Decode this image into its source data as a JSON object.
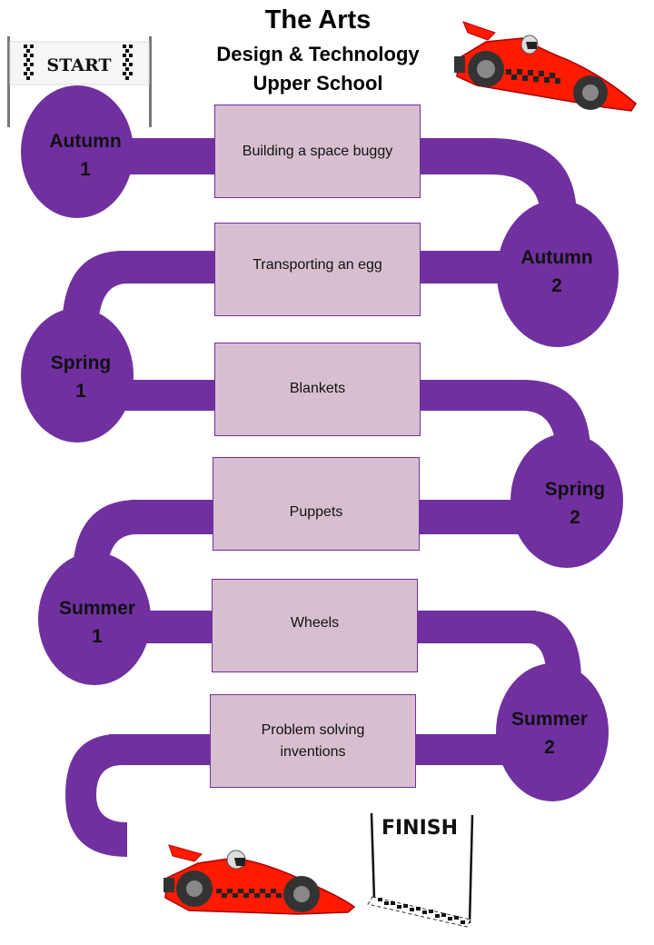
{
  "header": {
    "title": "The Arts",
    "subject": "Design & Technology",
    "phase": "Upper School"
  },
  "colors": {
    "track": "#7030a0",
    "box_fill": "#d8bfd0",
    "box_border": "#7030a0",
    "car": "#ff1a00"
  },
  "signs": {
    "start": "START",
    "finish": "FINISH"
  },
  "terms": [
    {
      "season": "Autumn",
      "number": "1",
      "topic": "Building a space buggy"
    },
    {
      "season": "Autumn",
      "number": "2",
      "topic": "Transporting an egg"
    },
    {
      "season": "Spring",
      "number": "1",
      "topic": "Blankets"
    },
    {
      "season": "Spring",
      "number": "2",
      "topic": "Puppets"
    },
    {
      "season": "Summer",
      "number": "1",
      "topic": "Wheels"
    },
    {
      "season": "Summer",
      "number": "2",
      "topic": "Problem solving inventions"
    }
  ]
}
